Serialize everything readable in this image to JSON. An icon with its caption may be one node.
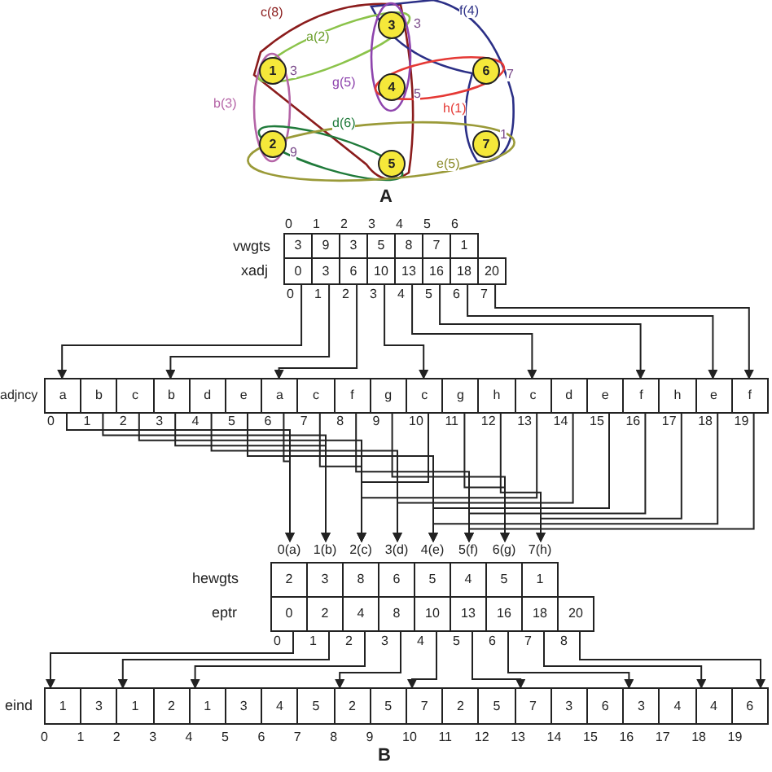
{
  "diagram": {
    "nodes": [
      {
        "text": [
          "1"
        ],
        "beside": [
          "3"
        ]
      },
      {
        "text": [
          "2"
        ],
        "beside": [
          "9"
        ]
      },
      {
        "text": [
          "3"
        ],
        "beside": [
          "3"
        ]
      },
      {
        "text": [
          "4"
        ],
        "beside": [
          "5"
        ]
      },
      {
        "text": [
          "5"
        ]
      },
      {
        "text": [
          "6"
        ],
        "beside": [
          "7"
        ]
      },
      {
        "text": [
          "7"
        ],
        "beside": [
          "1"
        ]
      },
      {
        "text": [
          "3"
        ]
      },
      {
        "text": [
          "9"
        ]
      },
      {
        "text": [
          "3"
        ]
      },
      {
        "text": [
          "5"
        ]
      },
      {
        "text": [
          "8"
        ]
      },
      {
        "text": [
          "7"
        ]
      },
      {
        "text": [
          "1"
        ]
      },
      {
        "text": [
          "0"
        ]
      },
      {
        "text": [
          "3"
        ]
      },
      {
        "text": [
          "6"
        ]
      },
      {
        "text": [
          "10"
        ]
      },
      {
        "text": [
          "13"
        ]
      },
      {
        "text": [
          "16"
        ]
      },
      {
        "text": [
          "18"
        ]
      },
      {
        "text": [
          "20"
        ]
      },
      {
        "text": [
          "a"
        ]
      },
      {
        "text": [
          "b"
        ]
      },
      {
        "text": [
          "c"
        ]
      },
      {
        "text": [
          "b"
        ]
      },
      {
        "text": [
          "d"
        ]
      },
      {
        "text": [
          "e"
        ]
      },
      {
        "text": [
          "a"
        ]
      },
      {
        "text": [
          "c"
        ]
      },
      {
        "text": [
          "f"
        ]
      },
      {
        "text": [
          "g"
        ]
      },
      {
        "text": [
          "c"
        ]
      },
      {
        "text": [
          "g"
        ]
      },
      {
        "text": [
          "h"
        ]
      },
      {
        "text": [
          "c"
        ]
      },
      {
        "text": [
          "d"
        ]
      },
      {
        "text": [
          "e"
        ]
      },
      {
        "text": [
          "f"
        ]
      },
      {
        "text": [
          "h"
        ]
      },
      {
        "text": [
          "e"
        ]
      },
      {
        "text": [
          "f"
        ]
      },
      {
        "text": [
          "0(a)"
        ]
      },
      {
        "text": [
          "1(b)"
        ]
      },
      {
        "text": [
          "2(c)"
        ]
      },
      {
        "text": [
          "3(d)"
        ]
      },
      {
        "text": [
          "4(e)"
        ]
      },
      {
        "text": [
          "5(f)"
        ]
      },
      {
        "text": [
          "6(g)"
        ]
      },
      {
        "text": [
          "7(h)"
        ]
      },
      {
        "text": [
          "2"
        ]
      },
      {
        "text": [
          "3"
        ]
      },
      {
        "text": [
          "8"
        ]
      },
      {
        "text": [
          "6"
        ]
      },
      {
        "text": [
          "5"
        ]
      },
      {
        "text": [
          "4"
        ]
      },
      {
        "text": [
          "5"
        ]
      },
      {
        "text": [
          "1"
        ]
      },
      {
        "text": [
          "0"
        ]
      },
      {
        "text": [
          "2"
        ]
      },
      {
        "text": [
          "4"
        ]
      },
      {
        "text": [
          "8"
        ]
      },
      {
        "text": [
          "10"
        ]
      },
      {
        "text": [
          "13"
        ]
      },
      {
        "text": [
          "16"
        ]
      },
      {
        "text": [
          "18"
        ]
      },
      {
        "text": [
          "20"
        ]
      },
      {
        "text": [
          "1"
        ]
      },
      {
        "text": [
          "3"
        ]
      },
      {
        "text": [
          "1"
        ]
      },
      {
        "text": [
          "2"
        ]
      },
      {
        "text": [
          "1"
        ]
      },
      {
        "text": [
          "3"
        ]
      },
      {
        "text": [
          "4"
        ]
      },
      {
        "text": [
          "5"
        ]
      },
      {
        "text": [
          "2"
        ]
      },
      {
        "text": [
          "5"
        ]
      },
      {
        "text": [
          "7"
        ]
      },
      {
        "text": [
          "2"
        ]
      },
      {
        "text": [
          "5"
        ]
      },
      {
        "text": [
          "7"
        ]
      },
      {
        "text": [
          "3"
        ]
      },
      {
        "text": [
          "6"
        ]
      },
      {
        "text": [
          "3"
        ]
      },
      {
        "text": [
          "4"
        ]
      },
      {
        "text": [
          "4"
        ]
      },
      {
        "text": [
          "6"
        ]
      }
    ],
    "edges": [
      {
        "from": 14,
        "to": 22,
        "arrow": "to"
      },
      {
        "from": 15,
        "to": 25,
        "arrow": "to"
      },
      {
        "from": 16,
        "to": 28,
        "arrow": "to"
      },
      {
        "from": 17,
        "to": 32,
        "arrow": "to"
      },
      {
        "from": 18,
        "to": 35,
        "arrow": "to"
      },
      {
        "from": 19,
        "to": 38,
        "arrow": "to"
      },
      {
        "from": 20,
        "to": 40,
        "arrow": "to"
      },
      {
        "from": 21,
        "to": 41,
        "arrow": "to"
      },
      {
        "from": 22,
        "to": 42,
        "arrow": "to"
      },
      {
        "from": 23,
        "to": 43,
        "arrow": "to"
      },
      {
        "from": 24,
        "to": 44,
        "arrow": "to"
      },
      {
        "from": 25,
        "to": 43,
        "arrow": "to"
      },
      {
        "from": 26,
        "to": 45,
        "arrow": "to"
      },
      {
        "from": 27,
        "to": 46,
        "arrow": "to"
      },
      {
        "from": 28,
        "to": 42,
        "arrow": "to"
      },
      {
        "from": 29,
        "to": 44,
        "arrow": "to"
      },
      {
        "from": 30,
        "to": 47,
        "arrow": "to"
      },
      {
        "from": 31,
        "to": 48,
        "arrow": "to"
      },
      {
        "from": 32,
        "to": 44,
        "arrow": "to"
      },
      {
        "from": 33,
        "to": 48,
        "arrow": "to"
      },
      {
        "from": 34,
        "to": 49,
        "arrow": "to"
      },
      {
        "from": 35,
        "to": 44,
        "arrow": "to"
      },
      {
        "from": 36,
        "to": 45,
        "arrow": "to"
      },
      {
        "from": 37,
        "to": 46,
        "arrow": "to"
      },
      {
        "from": 38,
        "to": 47,
        "arrow": "to"
      },
      {
        "from": 39,
        "to": 49,
        "arrow": "to"
      },
      {
        "from": 40,
        "to": 46,
        "arrow": "to"
      },
      {
        "from": 41,
        "to": 47,
        "arrow": "to"
      },
      {
        "from": 58,
        "to": 67,
        "arrow": "to"
      },
      {
        "from": 59,
        "to": 69,
        "arrow": "to"
      },
      {
        "from": 60,
        "to": 71,
        "arrow": "to"
      },
      {
        "from": 61,
        "to": 75,
        "arrow": "to"
      },
      {
        "from": 62,
        "to": 77,
        "arrow": "to"
      },
      {
        "from": 63,
        "to": 80,
        "arrow": "to"
      },
      {
        "from": 64,
        "to": 83,
        "arrow": "to"
      },
      {
        "from": 65,
        "to": 85,
        "arrow": "to"
      },
      {
        "from": 66,
        "to": 86,
        "arrow": "to"
      }
    ],
    "labels": [
      "c(8)",
      "f(4)",
      "a(2)",
      "g(5)",
      "b(3)",
      "h(1)",
      "d(6)",
      "e(5)",
      "A",
      "0",
      "1",
      "2",
      "3",
      "4",
      "5",
      "6",
      "vwgts",
      "xadj",
      "0",
      "1",
      "2",
      "3",
      "4",
      "5",
      "6",
      "7",
      "adjncy",
      "0",
      "1",
      "2",
      "3",
      "4",
      "5",
      "6",
      "7",
      "8",
      "9",
      "10",
      "11",
      "12",
      "13",
      "14",
      "15",
      "16",
      "17",
      "18",
      "19",
      "hewgts",
      "eptr",
      "0",
      "1",
      "2",
      "3",
      "4",
      "5",
      "6",
      "7",
      "8",
      "eind",
      "0",
      "1",
      "2",
      "3",
      "4",
      "5",
      "6",
      "7",
      "8",
      "9",
      "10",
      "11",
      "12",
      "13",
      "14",
      "15",
      "16",
      "17",
      "18",
      "19",
      "B"
    ]
  }
}
